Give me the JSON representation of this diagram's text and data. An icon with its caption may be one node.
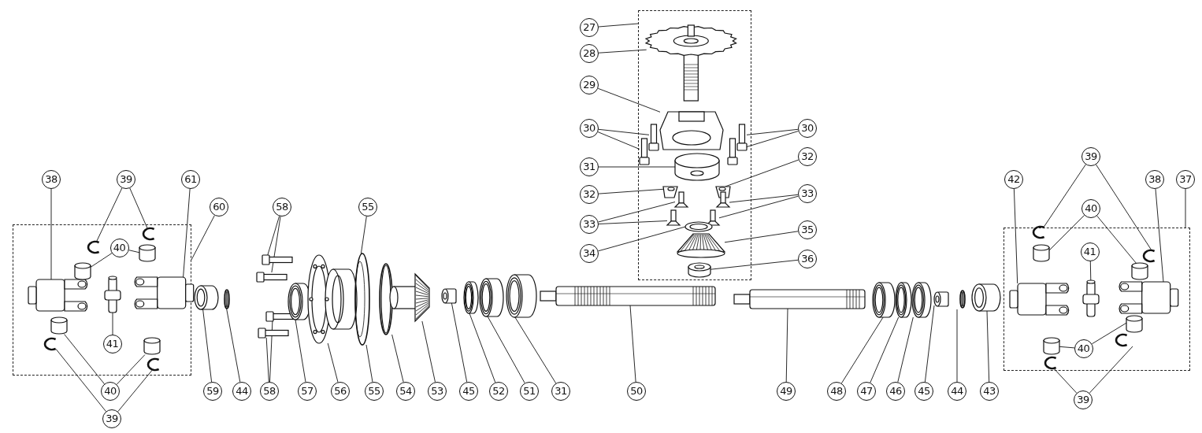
{
  "diagram": {
    "nodes": [
      {
        "text": [],
        "shape": "box"
      },
      {
        "text": [],
        "shape": "box"
      },
      {
        "text": [],
        "shape": "box"
      },
      {
        "text": [
          "27"
        ]
      },
      {
        "text": [
          "28"
        ]
      },
      {
        "text": [
          "29"
        ]
      },
      {
        "text": [
          "30"
        ]
      },
      {
        "text": [
          "30"
        ]
      },
      {
        "text": [
          "32"
        ]
      },
      {
        "text": [
          "39"
        ]
      },
      {
        "text": [
          "31"
        ]
      },
      {
        "text": [
          "38"
        ]
      },
      {
        "text": [
          "39"
        ]
      },
      {
        "text": [
          "61"
        ]
      },
      {
        "text": [
          "42"
        ]
      },
      {
        "text": [
          "38"
        ]
      },
      {
        "text": [
          "37"
        ]
      },
      {
        "text": [
          "32"
        ]
      },
      {
        "text": [
          "33"
        ]
      },
      {
        "text": [
          "60"
        ]
      },
      {
        "text": [
          "58"
        ]
      },
      {
        "text": [
          "55"
        ]
      },
      {
        "text": [
          "40"
        ]
      },
      {
        "text": [
          "33"
        ]
      },
      {
        "text": [
          "35"
        ]
      },
      {
        "text": [
          "40"
        ],
        "in": 1
      },
      {
        "text": [
          "41"
        ],
        "in": 2
      },
      {
        "text": [
          "34"
        ]
      },
      {
        "text": [
          "36"
        ]
      },
      {
        "text": [
          "41"
        ],
        "in": 1
      },
      {
        "text": [
          "40"
        ],
        "in": 2
      },
      {
        "text": [
          "40"
        ]
      },
      {
        "text": [
          "59"
        ]
      },
      {
        "text": [
          "44"
        ]
      },
      {
        "text": [
          "58"
        ]
      },
      {
        "text": [
          "57"
        ]
      },
      {
        "text": [
          "56"
        ]
      },
      {
        "text": [
          "55"
        ]
      },
      {
        "text": [
          "54"
        ]
      },
      {
        "text": [
          "53"
        ]
      },
      {
        "text": [
          "45"
        ]
      },
      {
        "text": [
          "52"
        ]
      },
      {
        "text": [
          "51"
        ]
      },
      {
        "text": [
          "31"
        ]
      },
      {
        "text": [
          "50"
        ]
      },
      {
        "text": [
          "49"
        ]
      },
      {
        "text": [
          "48"
        ]
      },
      {
        "text": [
          "47"
        ]
      },
      {
        "text": [
          "46"
        ]
      },
      {
        "text": [
          "45"
        ]
      },
      {
        "text": [
          "44"
        ]
      },
      {
        "text": [
          "43"
        ]
      },
      {
        "text": [
          "39"
        ]
      },
      {
        "text": [
          "39"
        ]
      },
      {
        "text": [],
        "shape": "picture",
        "in": 0
      },
      {
        "text": [],
        "shape": "picture",
        "in": 0
      },
      {
        "text": [],
        "shape": "picture",
        "in": 0
      },
      {
        "text": [],
        "shape": "picture",
        "in": 0
      },
      {
        "text": [],
        "shape": "picture",
        "in": 0
      },
      {
        "text": [],
        "shape": "picture",
        "in": 0
      },
      {
        "text": [],
        "shape": "picture",
        "in": 0
      },
      {
        "text": [],
        "shape": "picture",
        "in": 0
      },
      {
        "text": [],
        "shape": "picture",
        "in": 0
      },
      {
        "text": [],
        "shape": "picture",
        "in": 0
      },
      {
        "text": [],
        "shape": "picture",
        "in": 0
      },
      {
        "text": [],
        "shape": "picture",
        "in": 0
      },
      {
        "text": [],
        "shape": "picture",
        "in": 0
      },
      {
        "text": [],
        "shape": "picture",
        "in": 0
      },
      {
        "text": [],
        "shape": "picture",
        "in": 0
      },
      {
        "text": [],
        "shape": "cylinder",
        "in": 0
      },
      {
        "text": [],
        "shape": "picture",
        "in": 1
      },
      {
        "text": [],
        "shape": "picture",
        "in": 1
      },
      {
        "text": [],
        "shape": "picture",
        "in": 1
      },
      {
        "text": [],
        "shape": "picture",
        "in": 1
      },
      {
        "text": [],
        "shape": "picture",
        "in": 1
      },
      {
        "text": [],
        "shape": "cylinder",
        "in": 1
      },
      {
        "text": [],
        "shape": "cylinder",
        "in": 1
      },
      {
        "text": [],
        "shape": "cylinder",
        "in": 1
      },
      {
        "text": [],
        "shape": "cylinder",
        "in": 1
      },
      {
        "text": [],
        "shape": "picture",
        "in": 1
      },
      {
        "text": [],
        "shape": "picture",
        "in": 1
      },
      {
        "text": [],
        "shape": "cylinder"
      },
      {
        "text": [],
        "shape": "picture"
      },
      {
        "text": [],
        "shape": "picture"
      },
      {
        "text": [],
        "shape": "picture"
      },
      {
        "text": [],
        "shape": "picture"
      },
      {
        "text": [],
        "shape": "picture"
      },
      {
        "text": [],
        "shape": "cylinder"
      },
      {
        "text": [],
        "shape": "picture"
      },
      {
        "text": [],
        "shape": "picture"
      },
      {
        "text": [],
        "shape": "picture"
      },
      {
        "text": [],
        "shape": "picture"
      },
      {
        "text": [],
        "shape": "cylinder"
      },
      {
        "text": [],
        "shape": "cylinder"
      },
      {
        "text": [],
        "shape": "cylinder"
      },
      {
        "text": [],
        "shape": "cylinder"
      },
      {
        "text": [],
        "shape": "picture"
      },
      {
        "text": [],
        "shape": "picture"
      },
      {
        "text": [],
        "shape": "cylinder"
      },
      {
        "text": [],
        "shape": "cylinder"
      },
      {
        "text": [],
        "shape": "cylinder"
      },
      {
        "text": [],
        "shape": "cylinder"
      },
      {
        "text": [],
        "shape": "picture"
      },
      {
        "text": [],
        "shape": "cylinder"
      },
      {
        "text": [],
        "shape": "picture",
        "in": 2
      },
      {
        "text": [],
        "shape": "picture",
        "in": 2
      },
      {
        "text": [],
        "shape": "cylinder",
        "in": 2
      },
      {
        "text": [],
        "shape": "picture",
        "in": 2
      },
      {
        "text": [],
        "shape": "picture",
        "in": 2
      },
      {
        "text": [],
        "shape": "picture",
        "in": 2
      },
      {
        "text": [],
        "shape": "cylinder",
        "in": 2
      },
      {
        "text": [],
        "shape": "cylinder",
        "in": 2
      },
      {
        "text": [],
        "shape": "picture",
        "in": 2
      },
      {
        "text": [],
        "shape": "cylinder",
        "in": 2
      },
      {
        "text": [],
        "shape": "picture",
        "in": 2
      }
    ],
    "edges": [
      {
        "from": 3,
        "to": 0,
        "arrow": "none"
      },
      {
        "from": 4,
        "to": 54,
        "arrow": "none"
      },
      {
        "from": 5,
        "to": 55,
        "arrow": "none"
      },
      {
        "from": 6,
        "to": 56,
        "arrow": "none"
      },
      {
        "from": 6,
        "to": 57,
        "arrow": "none"
      },
      {
        "from": 7,
        "to": 58,
        "arrow": "none"
      },
      {
        "from": 7,
        "to": 59,
        "arrow": "none"
      },
      {
        "from": 8,
        "to": 62,
        "arrow": "none"
      },
      {
        "from": 9,
        "to": 105,
        "arrow": "none"
      },
      {
        "from": 9,
        "to": 109,
        "arrow": "none"
      },
      {
        "from": 10,
        "to": 60,
        "arrow": "none"
      },
      {
        "from": 11,
        "to": 70,
        "arrow": "none"
      },
      {
        "from": 12,
        "to": 71,
        "arrow": "none"
      },
      {
        "from": 12,
        "to": 72,
        "arrow": "none"
      },
      {
        "from": 13,
        "to": 80,
        "arrow": "none"
      },
      {
        "from": 14,
        "to": 104,
        "arrow": "none"
      },
      {
        "from": 15,
        "to": 108,
        "arrow": "none"
      },
      {
        "from": 16,
        "to": 2,
        "arrow": "none"
      },
      {
        "from": 17,
        "to": 61,
        "arrow": "none"
      },
      {
        "from": 18,
        "to": 65,
        "arrow": "none"
      },
      {
        "from": 18,
        "to": 66,
        "arrow": "none"
      },
      {
        "from": 19,
        "to": 1,
        "arrow": "none"
      },
      {
        "from": 20,
        "to": 83,
        "arrow": "none"
      },
      {
        "from": 20,
        "to": 84,
        "arrow": "none"
      },
      {
        "from": 21,
        "to": 89,
        "arrow": "none"
      },
      {
        "from": 22,
        "to": 106,
        "arrow": "none"
      },
      {
        "from": 22,
        "to": 110,
        "arrow": "none"
      },
      {
        "from": 23,
        "to": 63,
        "arrow": "none"
      },
      {
        "from": 23,
        "to": 64,
        "arrow": "none"
      },
      {
        "from": 24,
        "to": 68,
        "arrow": "none"
      },
      {
        "from": 25,
        "to": 75,
        "arrow": "none"
      },
      {
        "from": 25,
        "to": 76,
        "arrow": "none"
      },
      {
        "from": 26,
        "to": 107,
        "arrow": "none"
      },
      {
        "from": 27,
        "to": 67,
        "arrow": "none"
      },
      {
        "from": 28,
        "to": 69,
        "arrow": "none"
      },
      {
        "from": 29,
        "to": 79,
        "arrow": "none"
      },
      {
        "from": 30,
        "to": 113,
        "arrow": "none"
      },
      {
        "from": 30,
        "to": 111,
        "arrow": "none"
      },
      {
        "from": 31,
        "to": 77,
        "arrow": "none"
      },
      {
        "from": 31,
        "to": 78,
        "arrow": "none"
      },
      {
        "from": 32,
        "to": 81,
        "arrow": "none"
      },
      {
        "from": 33,
        "to": 82,
        "arrow": "none"
      },
      {
        "from": 34,
        "to": 85,
        "arrow": "none"
      },
      {
        "from": 34,
        "to": 86,
        "arrow": "none"
      },
      {
        "from": 35,
        "to": 87,
        "arrow": "none"
      },
      {
        "from": 36,
        "to": 88,
        "arrow": "none"
      },
      {
        "from": 37,
        "to": 89,
        "arrow": "none"
      },
      {
        "from": 38,
        "to": 90,
        "arrow": "none"
      },
      {
        "from": 39,
        "to": 91,
        "arrow": "none"
      },
      {
        "from": 40,
        "to": 92,
        "arrow": "none"
      },
      {
        "from": 41,
        "to": 93,
        "arrow": "none"
      },
      {
        "from": 42,
        "to": 94,
        "arrow": "none"
      },
      {
        "from": 43,
        "to": 95,
        "arrow": "none"
      },
      {
        "from": 44,
        "to": 96,
        "arrow": "none"
      },
      {
        "from": 45,
        "to": 97,
        "arrow": "none"
      },
      {
        "from": 46,
        "to": 98,
        "arrow": "none"
      },
      {
        "from": 47,
        "to": 99,
        "arrow": "none"
      },
      {
        "from": 48,
        "to": 100,
        "arrow": "none"
      },
      {
        "from": 49,
        "to": 101,
        "arrow": "none"
      },
      {
        "from": 50,
        "to": 102,
        "arrow": "none"
      },
      {
        "from": 51,
        "to": 103,
        "arrow": "none"
      },
      {
        "from": 52,
        "to": 114,
        "arrow": "none"
      },
      {
        "from": 52,
        "to": 112,
        "arrow": "none"
      },
      {
        "from": 53,
        "to": 73,
        "arrow": "none"
      },
      {
        "from": 53,
        "to": 74,
        "arrow": "none"
      }
    ]
  }
}
